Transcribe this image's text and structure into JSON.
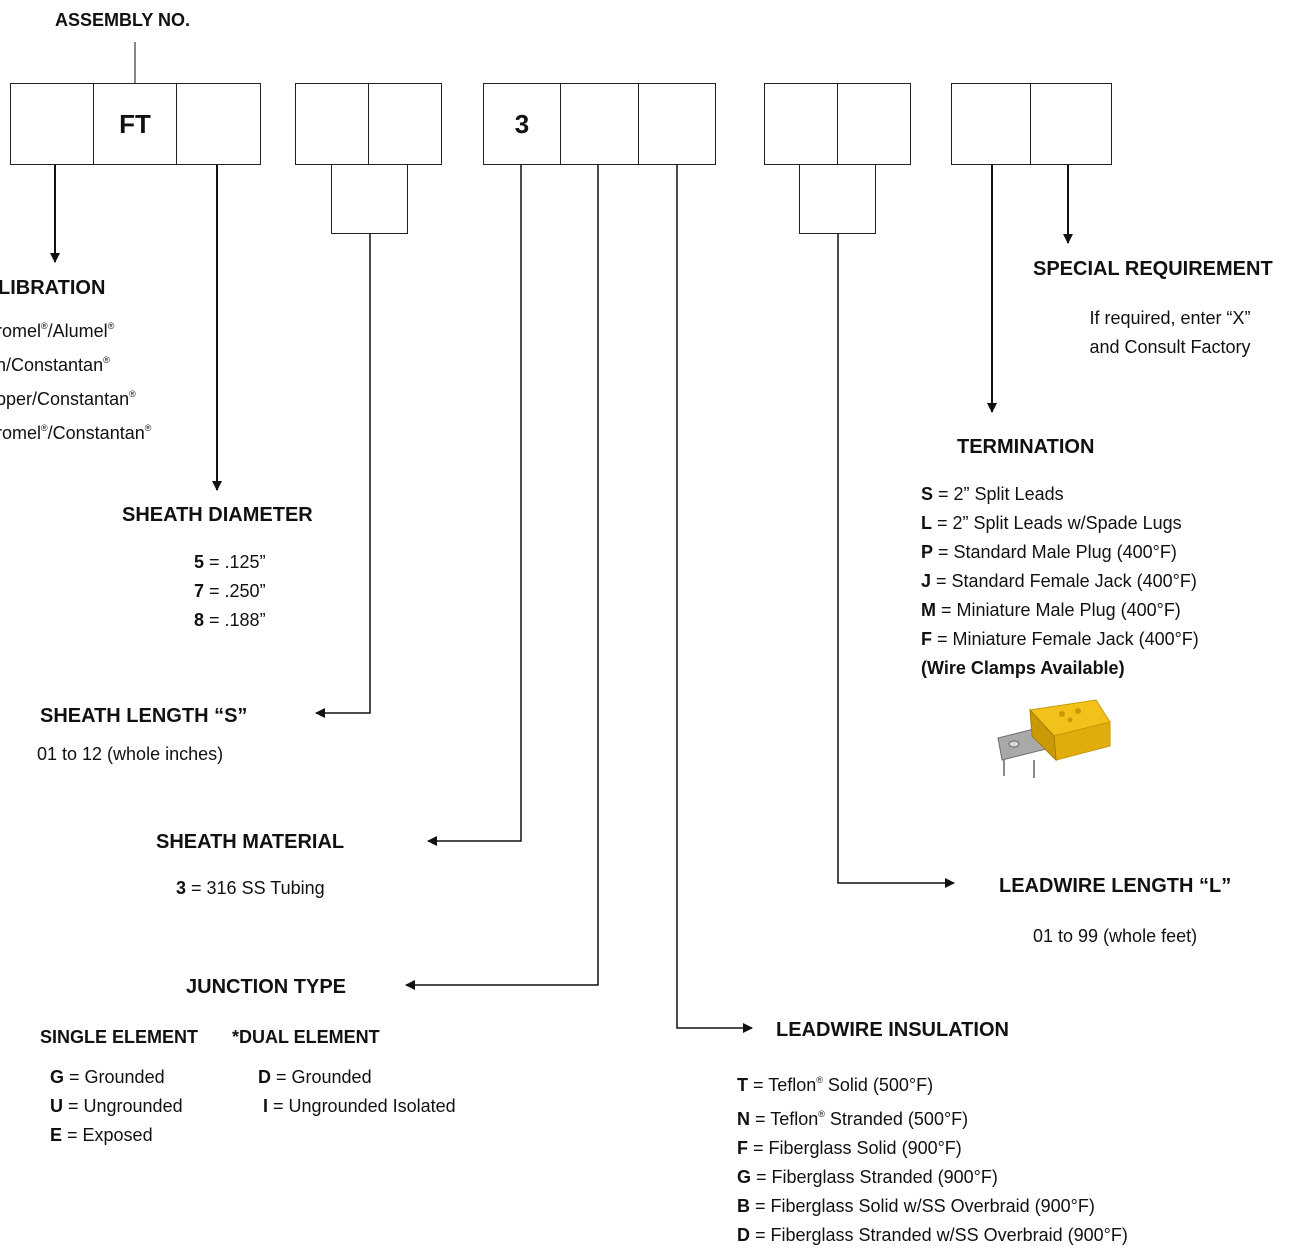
{
  "assembly_label": "ASSEMBLY NO.",
  "boxes": {
    "b1": "",
    "b2": "FT",
    "b3": "",
    "b4": "",
    "b5": "",
    "b6": "3",
    "b7": "",
    "b8": "",
    "b9": "",
    "b10": "",
    "b11": "",
    "b12": ""
  },
  "calibration": {
    "title": "LIBRATION",
    "items": [
      {
        "a": "romel",
        "b": "/Alumel",
        "c": ""
      },
      {
        "a": "n/Constantan",
        "b": "",
        "c": ""
      },
      {
        "a": "pper/Constantan",
        "b": "",
        "c": ""
      },
      {
        "a": "romel",
        "b": "/Constantan",
        "c": ""
      }
    ],
    "registered": "®"
  },
  "sheath_diameter": {
    "title": "SHEATH DIAMETER",
    "items": [
      {
        "code": "5",
        "desc": " = .125”"
      },
      {
        "code": "7",
        "desc": " = .250”"
      },
      {
        "code": "8",
        "desc": " = .188”"
      }
    ]
  },
  "sheath_length": {
    "title": "SHEATH LENGTH “S”",
    "desc": "01 to 12 (whole inches)"
  },
  "sheath_material": {
    "title": "SHEATH MATERIAL",
    "code": "3",
    "desc": " = 316 SS Tubing"
  },
  "junction_type": {
    "title": "JUNCTION TYPE",
    "single_title": "SINGLE ELEMENT",
    "dual_title": "*DUAL ELEMENT",
    "single": [
      {
        "code": "G",
        "desc": " = Grounded"
      },
      {
        "code": "U",
        "desc": " = Ungrounded"
      },
      {
        "code": "E",
        "desc": " = Exposed"
      }
    ],
    "dual": [
      {
        "code": "D",
        "desc": " = Grounded"
      },
      {
        "code": "I",
        "desc": " = Ungrounded Isolated"
      }
    ]
  },
  "leadwire_insulation": {
    "title": "LEADWIRE INSULATION",
    "items": [
      {
        "code": "T",
        "pre": " = Teflon",
        "reg": true,
        "desc": " Solid (500°F)"
      },
      {
        "code": "N",
        "pre": " = Teflon",
        "reg": true,
        "desc": " Stranded (500°F)"
      },
      {
        "code": "F",
        "pre": " = Fiberglass Solid (900°F)",
        "reg": false,
        "desc": ""
      },
      {
        "code": "G",
        "pre": " = Fiberglass Stranded (900°F)",
        "reg": false,
        "desc": ""
      },
      {
        "code": "B",
        "pre": " = Fiberglass Solid w/SS Overbraid (900°F)",
        "reg": false,
        "desc": ""
      },
      {
        "code": "D",
        "pre": " = Fiberglass Stranded w/SS Overbraid (900°F)",
        "reg": false,
        "desc": ""
      }
    ]
  },
  "leadwire_length": {
    "title": "LEADWIRE LENGTH “L”",
    "desc": "01 to 99 (whole feet)"
  },
  "termination": {
    "title": "TERMINATION",
    "items": [
      {
        "code": "S",
        "desc": " = 2” Split Leads"
      },
      {
        "code": "L",
        "desc": " = 2” Split Leads w/Spade Lugs"
      },
      {
        "code": "P",
        "desc": " = Standard Male Plug (400°F)"
      },
      {
        "code": "J",
        "desc": " = Standard Female Jack (400°F)"
      },
      {
        "code": "M",
        "desc": " = Miniature Male Plug (400°F)"
      },
      {
        "code": "F",
        "desc": " = Miniature Female Jack (400°F)"
      }
    ],
    "note": "(Wire Clamps Available)"
  },
  "special_requirement": {
    "title": "SPECIAL REQUIREMENT",
    "line1": "If required, enter “X”",
    "line2": "and Consult Factory"
  },
  "colors": {
    "line": "#111111",
    "plug_body": "#f2c21a",
    "plug_dark": "#c99a06",
    "plug_metal": "#8a8a8a"
  }
}
